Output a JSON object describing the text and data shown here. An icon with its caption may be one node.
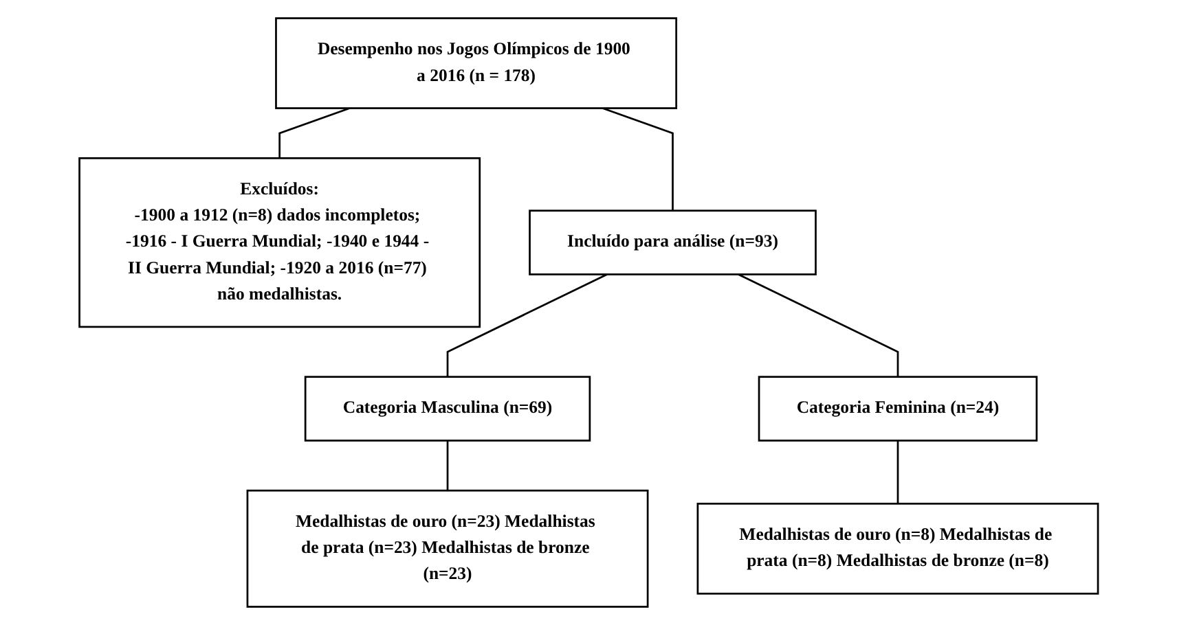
{
  "diagram": {
    "nodes": [
      {
        "text": [
          "Desempenho nos Jogos Olímpicos de 1900 a 2016 (n = 178)"
        ]
      },
      {
        "text": [
          "Excluídos:",
          "-1900 a 1912 (n=8) dados incompletos; -1916 - I Guerra Mundial; -1940 e 1944 - II Guerra Mundial; -1920 a 2016 (n=77) não medalhistas."
        ]
      },
      {
        "text": [
          "Incluído para análise (n=93)"
        ]
      },
      {
        "text": [
          "Categoria Masculina (n=69)"
        ]
      },
      {
        "text": [
          "Categoria Feminina (n=24)"
        ]
      },
      {
        "text": [
          "Medalhistas de ouro (n=23) Medalhistas de prata (n=23) Medalhistas de bronze (n=23)"
        ]
      },
      {
        "text": [
          "Medalhistas de ouro (n=8) Medalhistas de prata (n=8) Medalhistas de bronze (n=8)"
        ]
      }
    ],
    "edges": [
      {
        "from": 0,
        "to": 1,
        "arrow": "none"
      },
      {
        "from": 0,
        "to": 2,
        "arrow": "none"
      },
      {
        "from": 2,
        "to": 3,
        "arrow": "none"
      },
      {
        "from": 2,
        "to": 4,
        "arrow": "none"
      },
      {
        "from": 3,
        "to": 5,
        "arrow": "none"
      },
      {
        "from": 4,
        "to": 6,
        "arrow": "none"
      }
    ]
  }
}
